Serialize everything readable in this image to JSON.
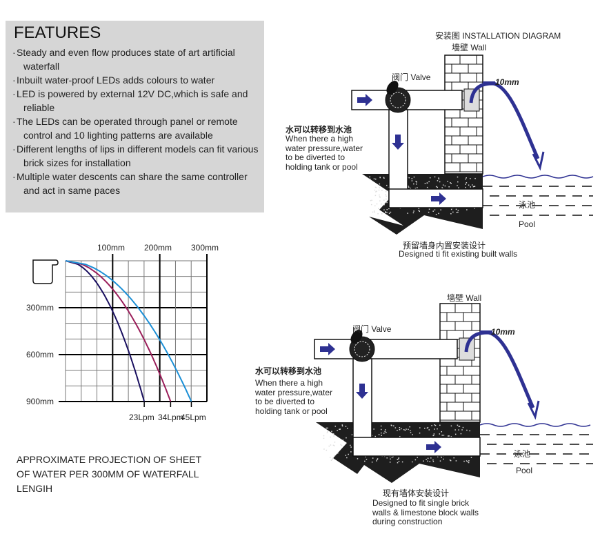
{
  "features": {
    "title": "FEATURES",
    "items": [
      "Steady and even flow produces state of art artificial waterfall",
      "Inbuilt water-proof LEDs adds colours to water",
      "LED is powered by external 12V DC,which is safe and reliable",
      "The LEDs can be operated through panel or remote control and 10 lighting patterns are available",
      "Different lengths of lips in different models can fit various brick sizes for installation",
      "Multiple water descents can share the same controller and act in same paces"
    ]
  },
  "chart_data": {
    "type": "line",
    "title": "APPROXIMATE PROJECTION OF SHEET OF WATER PER 300MM OF WATERFALL LENGIH",
    "x_tick_labels": [
      "100mm",
      "200mm",
      "300mm"
    ],
    "y_tick_labels": [
      "300mm",
      "600mm",
      "900mm"
    ],
    "xlim": [
      0,
      300
    ],
    "ylim": [
      0,
      900
    ],
    "grid": true,
    "series": [
      {
        "name": "23Lpm",
        "end_x": 167,
        "end_y": 900,
        "color": "#1a1060"
      },
      {
        "name": "34Lpm",
        "end_x": 223,
        "end_y": 900,
        "color": "#9a1e5a"
      },
      {
        "name": "45Lpm",
        "end_x": 267,
        "end_y": 900,
        "color": "#1b8fd6"
      }
    ]
  },
  "caption": "APPROXIMATE PROJECTION OF SHEET\nOF WATER PER 300MM OF WATERFALL\nLENGIH",
  "diagram1": {
    "title": "安装图 INSTALLATION DIAGRAM",
    "wall": "墙壁 Wall",
    "valve": "阀门 Valve",
    "gap": "10mm",
    "divert_cn": "水可以转移到水池",
    "divert_en": "When there a high\nwater pressure,water\nto be diverted to\nholding tank or pool",
    "pool_cn": "泳池",
    "pool_en": "Pool",
    "note_cn": "预留墙身内置安装设计",
    "note_en": "Designed ti fit existing built walls"
  },
  "diagram2": {
    "wall": "墙壁 Wall",
    "valve": "阀门 Valve",
    "gap": "10mm",
    "divert_cn": "水可以转移到水池",
    "divert_en": "When there a high\nwater pressure,water\nto be diverted to\nholding tank or pool",
    "pool_cn": "泳池",
    "pool_en": "Pool",
    "note_cn": "现有墙体安装设计",
    "note_en": "Designed to fit single brick\nwalls & limestone block walls\nduring construction"
  },
  "colors": {
    "panel": "#d6d6d6",
    "arrow": "#2e3192",
    "ground": "#1e1e1e"
  }
}
